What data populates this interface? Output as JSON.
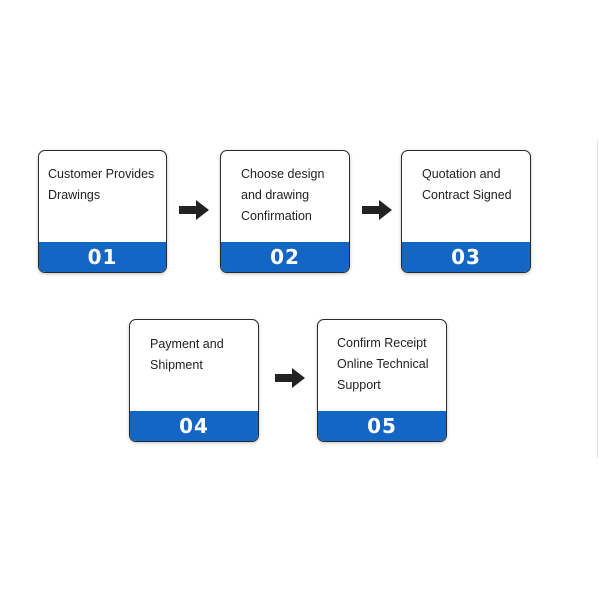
{
  "steps": [
    {
      "lines": [
        "Customer Provides",
        "Drawings"
      ],
      "number": "01"
    },
    {
      "lines": [
        "Choose design",
        "and drawing",
        "Confirmation"
      ],
      "number": "02"
    },
    {
      "lines": [
        "Quotation and",
        "Contract Signed"
      ],
      "number": "03"
    },
    {
      "lines": [
        "Payment and",
        "Shipment"
      ],
      "number": "04"
    },
    {
      "lines": [
        "Confirm Receipt",
        "Online Technical",
        "Support"
      ],
      "number": "05"
    }
  ],
  "colors": {
    "band": "#1466c4",
    "border": "#2b2b2b",
    "arrow": "#222222",
    "number_text": "#ffffff"
  },
  "icons": {
    "connector": "arrow-right-icon"
  }
}
